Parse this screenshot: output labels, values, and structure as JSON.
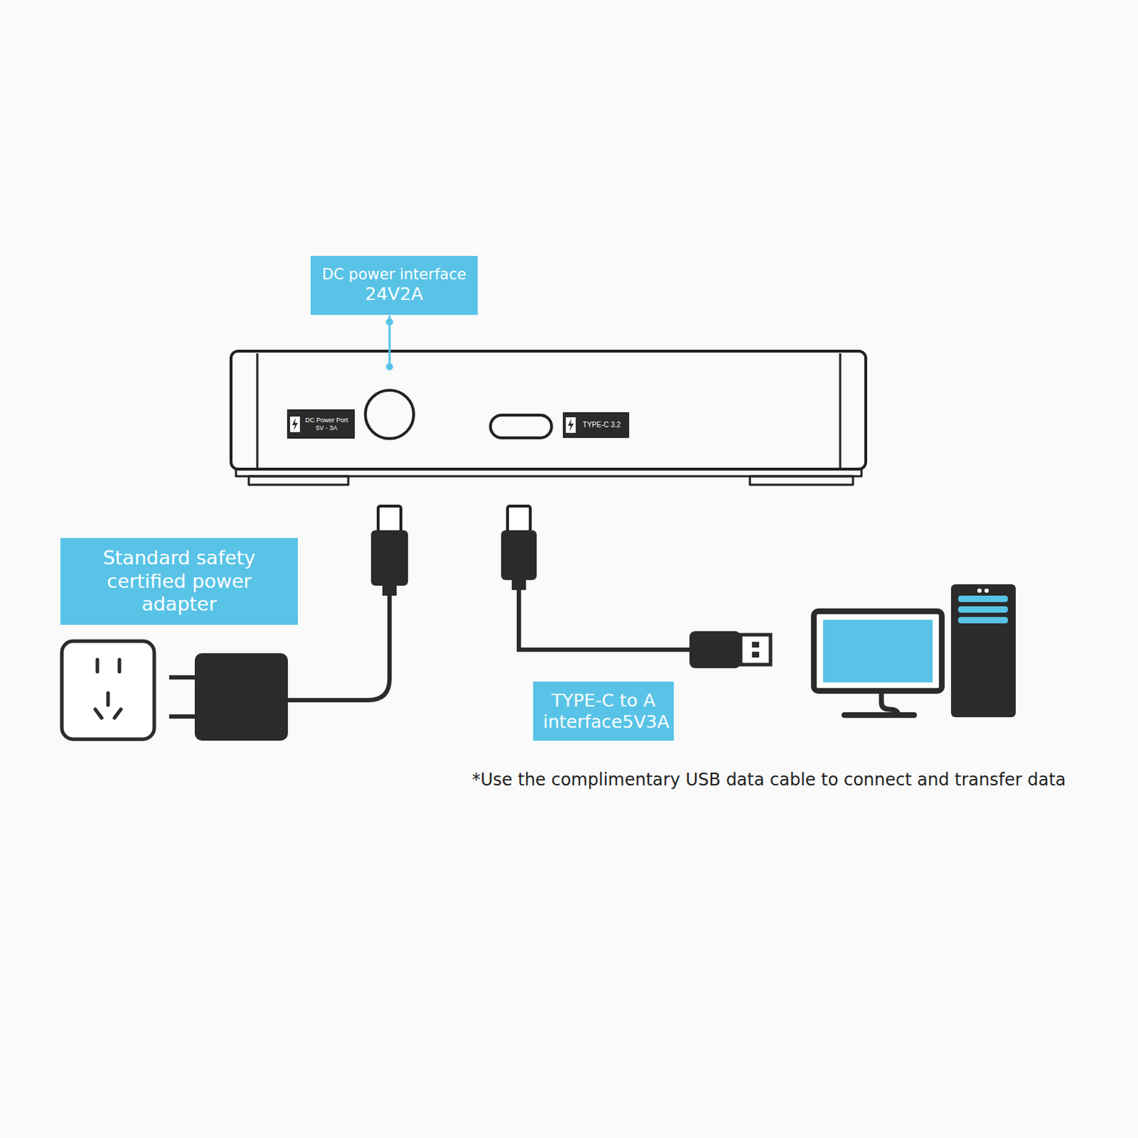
{
  "diagram": {
    "nodes": [
      {
        "text": [
          "DC power interface",
          "24V2A"
        ]
      },
      {
        "text": [
          "DC Power Port",
          "5V - 3A"
        ]
      },
      {
        "text": [
          "TYPE-C 3.2"
        ]
      },
      {
        "text": [
          "Standard safety certified power adapter"
        ]
      },
      {
        "text": [
          "TYPE-C to A interface5V3A"
        ]
      }
    ],
    "labels": [
      "*Use the complimentary USB data cable to connect and transfer data"
    ]
  }
}
